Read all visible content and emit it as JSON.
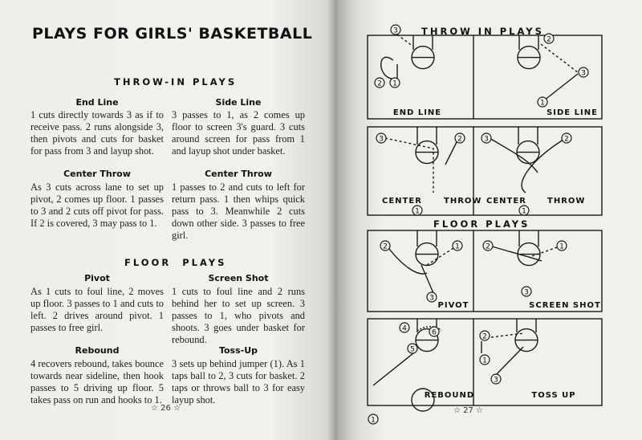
{
  "left_page": {
    "title": "PLAYS FOR GIRLS' BASKETBALL",
    "throw_in_heading": "THROW-IN PLAYS",
    "floor_heading_1": "FLOOR",
    "floor_heading_2": "PLAYS",
    "plays": [
      {
        "name": "End Line",
        "text": "1 cuts directly towards 3 as if to receive pass. 2 runs alongside 3, then pivots and cuts for basket for pass from 3 and layup shot."
      },
      {
        "name": "Side Line",
        "text": "3 passes to 1, as 2 comes up floor to screen 3's guard. 3 cuts around screen for pass from 1 and layup shot under basket."
      },
      {
        "name": "Center Throw",
        "text": "As 3 cuts across lane to set up pivot, 2 comes up floor. 1 passes to 3 and 2 cuts off pivot for pass. If 2 is covered, 3 may pass to 1."
      },
      {
        "name": "Center Throw",
        "text": "1 passes to 2 and cuts to left for return pass. 1 then whips quick pass to 3. Meanwhile 2 cuts down other side. 3 passes to free girl."
      },
      {
        "name": "Pivot",
        "text": "As 1 cuts to foul line, 2 moves up floor. 3 passes to 1 and cuts to left. 2 drives around pivot. 1 passes to free girl."
      },
      {
        "name": "Screen Shot",
        "text": "1 cuts to foul line and 2 runs behind her to set up screen. 3 passes to 1, who pivots and shoots. 3 goes under basket for rebound."
      },
      {
        "name": "Rebound",
        "text": "4 recovers rebound, takes bounce towards near sideline, then hook passes to 5 driving up floor. 5 takes pass on run and hooks to 1."
      },
      {
        "name": "Toss-Up",
        "text": "3 sets up behind jumper (1). As 1 taps ball to 2, 3 cuts for basket. 2 taps or throws ball to 3 for easy layup shot."
      }
    ],
    "page_number": "☆ 26 ☆"
  },
  "right_page": {
    "throw_in_heading": "THROW IN PLAYS",
    "floor_heading": "FLOOR PLAYS",
    "diagram_labels": [
      "END LINE",
      "SIDE LINE",
      "CENTER",
      "THROW",
      "CENTER",
      "THROW",
      "PIVOT",
      "SCREEN SHOT",
      "REBOUND",
      "TOSS UP"
    ],
    "player_numbers": [
      "3",
      "2",
      "1",
      "2",
      "3",
      "1",
      "3",
      "2",
      "1",
      "3",
      "2",
      "1",
      "2",
      "1",
      "3",
      "2",
      "1",
      "3",
      "4",
      "6",
      "5",
      "1",
      "2",
      "1",
      "3"
    ],
    "page_number": "☆ 27 ☆"
  }
}
